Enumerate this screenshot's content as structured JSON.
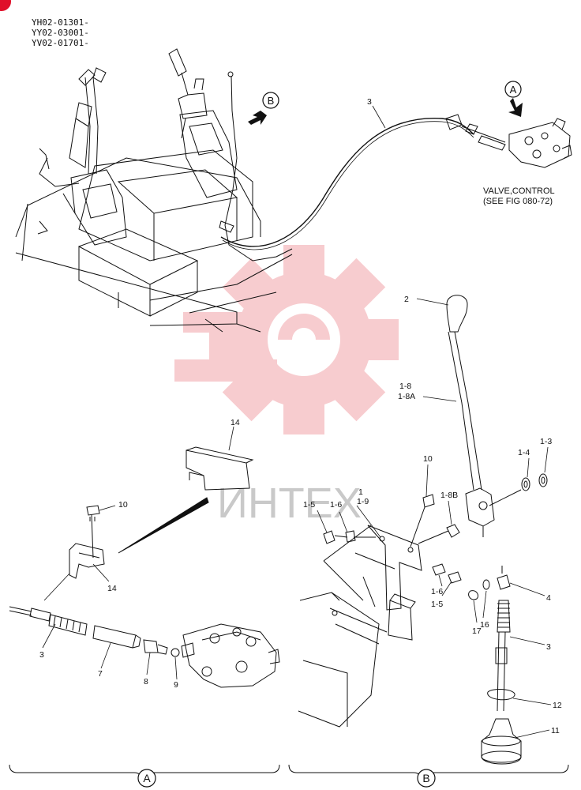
{
  "serials": [
    "YH02-01301-",
    "YY02-03001-",
    "YV02-01701-"
  ],
  "note": {
    "line1": "VALVE,CONTROL",
    "line2": "(SEE FIG 080-72)"
  },
  "views": {
    "a": "A",
    "b": "B"
  },
  "watermark": "ИНТЕХ",
  "callouts": {
    "c3top": "3",
    "c2": "2",
    "c18": "1-8",
    "c18a": "1-8A",
    "c10b": "10",
    "c14a": "14",
    "c10a": "10",
    "c14b": "14",
    "c1": "1",
    "c19": "1-9",
    "c18b": "1-8B",
    "c15a": "1-5",
    "c16a": "1-6",
    "c14": "1-4",
    "c13": "1-3",
    "c16b": "1-6",
    "c15b": "1-5",
    "c17": "17",
    "c16": "16",
    "c4": "4",
    "c3right": "3",
    "c12": "12",
    "c11": "11",
    "c3left": "3",
    "c7": "7",
    "c8": "8",
    "c9": "9"
  },
  "colors": {
    "line": "#111111",
    "watermark": "#f2a3a8",
    "watermark_text": "#c9c9c9",
    "accent": "#e0102a"
  }
}
